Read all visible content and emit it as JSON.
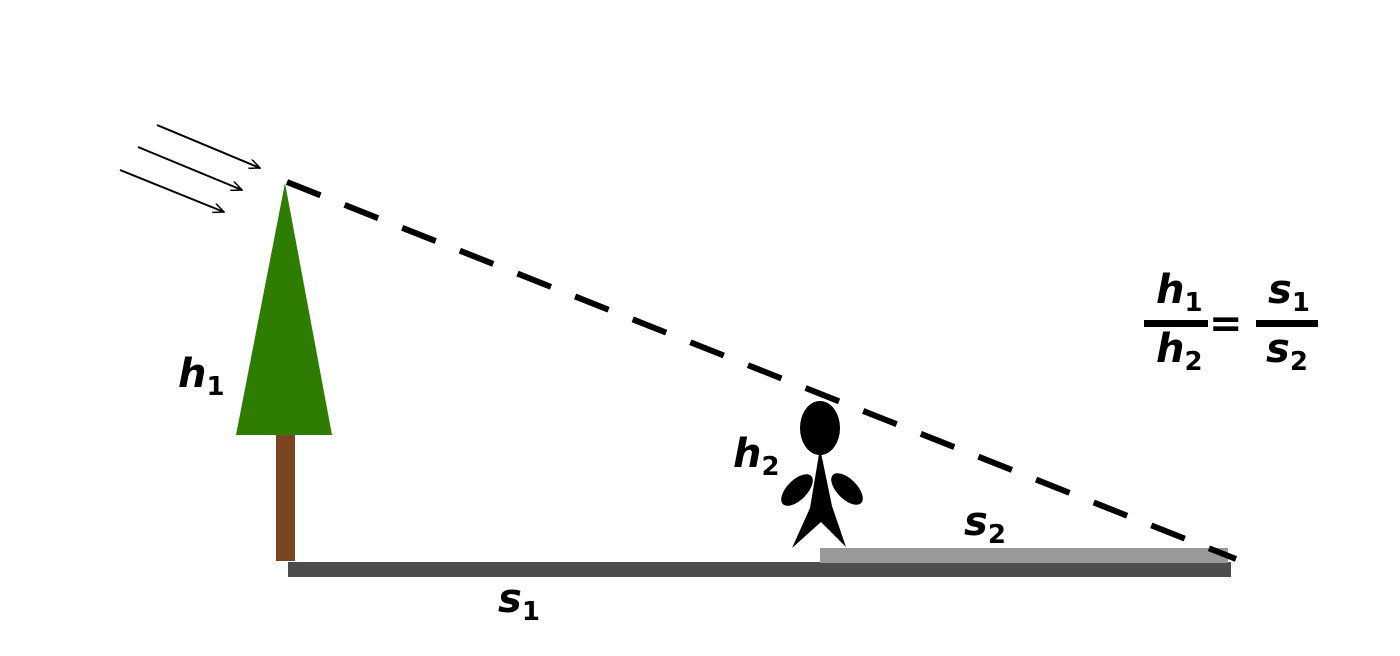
{
  "labels": {
    "h1": {
      "base": "h",
      "sub": "1"
    },
    "h2": {
      "base": "h",
      "sub": "2"
    },
    "s1": {
      "base": "s",
      "sub": "1"
    },
    "s2": {
      "base": "s",
      "sub": "2"
    }
  },
  "equation": {
    "left_numerator": {
      "base": "h",
      "sub": "1"
    },
    "left_denominator": {
      "base": "h",
      "sub": "2"
    },
    "equals": "=",
    "right_numerator": {
      "base": "s",
      "sub": "1"
    },
    "right_denominator": {
      "base": "s",
      "sub": "2"
    }
  },
  "colors": {
    "foliage": "#2f7d00",
    "trunk": "#7a4520",
    "ground": "#4d4d4d",
    "shadow": "#999999",
    "person": "#000000",
    "ray": "#000000",
    "line": "#000000"
  }
}
